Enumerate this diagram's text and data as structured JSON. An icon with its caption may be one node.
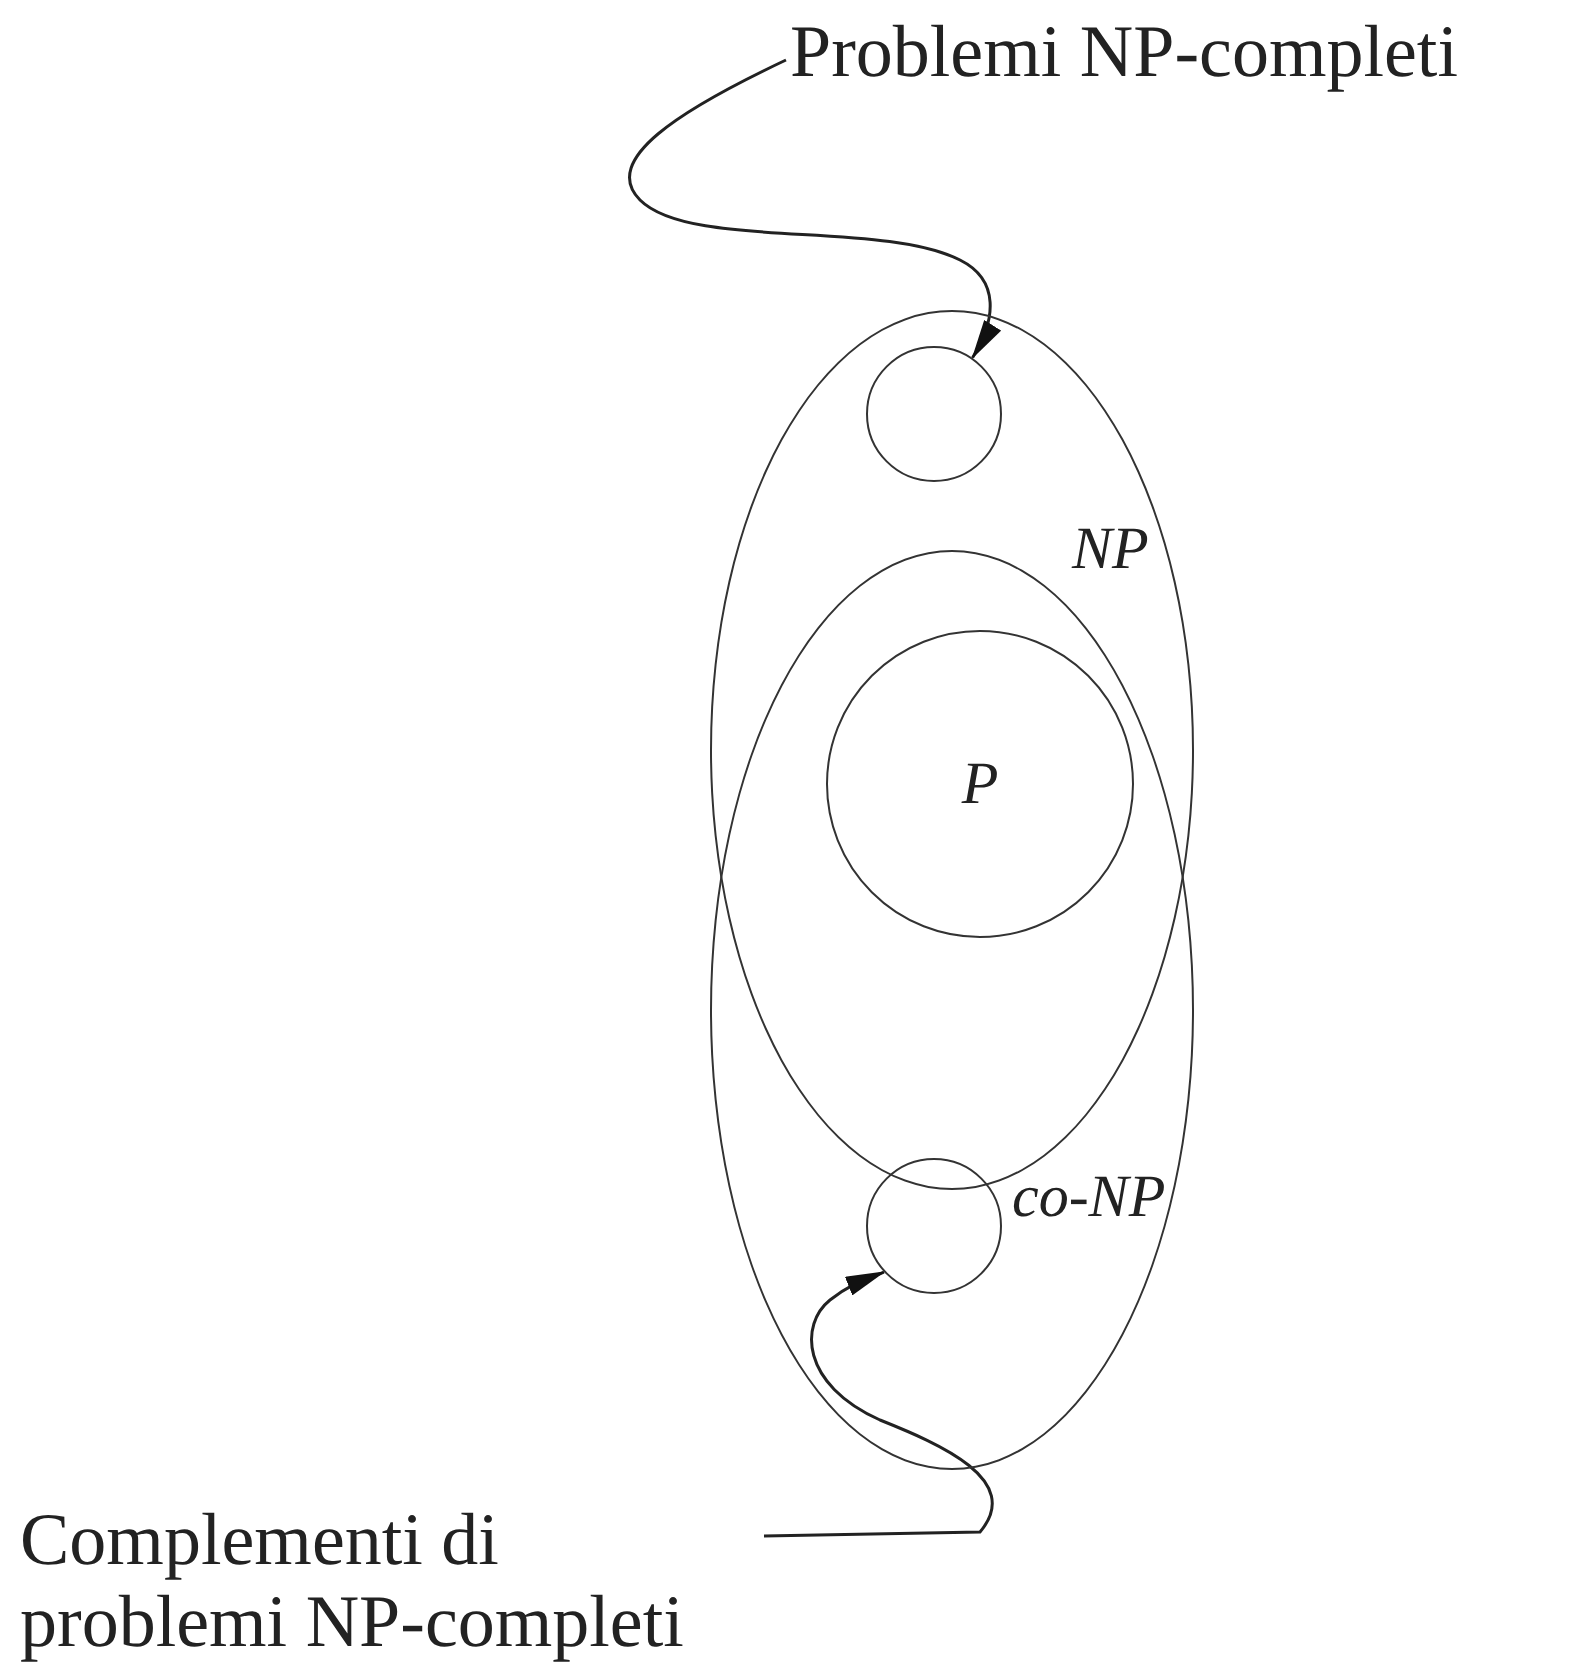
{
  "diagram": {
    "nodes": [
      {
        "text": [
          "NP"
        ]
      },
      {
        "text": [
          "co-NP"
        ]
      },
      {
        "text": [
          "P"
        ]
      },
      {
        "text": [],
        "shape": "circle",
        "in": 0
      },
      {
        "text": [],
        "shape": "circle",
        "in": 1
      },
      {
        "text": [
          "Problemi NP-completi"
        ]
      },
      {
        "text": [
          "Complementi di problemi NP-completi"
        ]
      }
    ],
    "edges": [
      {
        "from": 5,
        "to": 3,
        "arrow": "to"
      },
      {
        "from": 6,
        "to": 4,
        "arrow": "to"
      }
    ]
  }
}
